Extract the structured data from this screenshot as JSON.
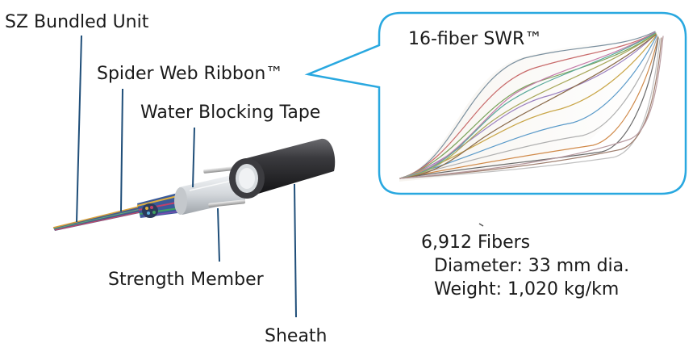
{
  "labels": {
    "sz_bundled_unit": "SZ Bundled Unit",
    "spider_web_ribbon": "Spider Web Ribbon™",
    "water_blocking_tape": "Water Blocking Tape",
    "strength_member": "Strength Member",
    "sheath": "Sheath"
  },
  "callout": {
    "title": "16-fiber SWR™"
  },
  "specs": {
    "fibers": "6,912 Fibers",
    "diameter": "Diameter: 33 mm dia.",
    "weight": "Weight: 1,020 kg/km"
  },
  "colors": {
    "leader_line": "#1f4e79",
    "callout_border": "#29a8e0",
    "sheath": "#2b2b2d"
  }
}
